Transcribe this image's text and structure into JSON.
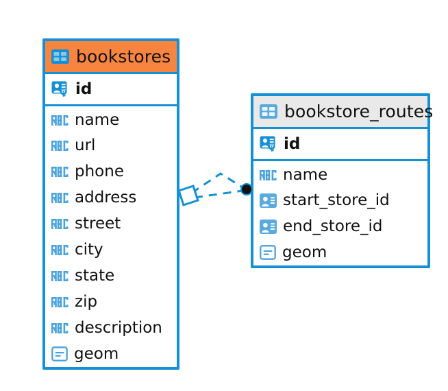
{
  "diagram": {
    "type": "entity-relationship-diagram",
    "background_color": "#ffffff",
    "accent_color": "#1590d4",
    "highlight_color": "#f8853f",
    "muted_header_color": "#e9e9e9"
  },
  "entities": [
    {
      "id": "bookstores",
      "title": "bookstores",
      "header_style": "accent-orange",
      "table_icon": "table-icon",
      "primary_key": {
        "name": "id",
        "icon": "primary-key-icon"
      },
      "attributes": [
        {
          "name": "name",
          "icon": "text-type-icon"
        },
        {
          "name": "url",
          "icon": "text-type-icon"
        },
        {
          "name": "phone",
          "icon": "text-type-icon"
        },
        {
          "name": "address",
          "icon": "text-type-icon"
        },
        {
          "name": "street",
          "icon": "text-type-icon"
        },
        {
          "name": "city",
          "icon": "text-type-icon"
        },
        {
          "name": "state",
          "icon": "text-type-icon"
        },
        {
          "name": "zip",
          "icon": "text-type-icon"
        },
        {
          "name": "description",
          "icon": "text-type-icon"
        },
        {
          "name": "geom",
          "icon": "geometry-type-icon"
        }
      ]
    },
    {
      "id": "bookstore_routes",
      "title": "bookstore_routes",
      "header_style": "accent-grey",
      "table_icon": "table-icon",
      "primary_key": {
        "name": "id",
        "icon": "primary-key-icon"
      },
      "attributes": [
        {
          "name": "name",
          "icon": "text-type-icon"
        },
        {
          "name": "start_store_id",
          "icon": "foreign-key-icon"
        },
        {
          "name": "end_store_id",
          "icon": "foreign-key-icon"
        },
        {
          "name": "geom",
          "icon": "geometry-type-icon"
        }
      ]
    }
  ],
  "relationship": {
    "from_entity": "bookstores",
    "to_entity": "bookstore_routes",
    "from_marker": "diamond-marker",
    "to_marker": "filled-circle-marker",
    "line_style": "dashed",
    "line_color": "#1590d4"
  }
}
